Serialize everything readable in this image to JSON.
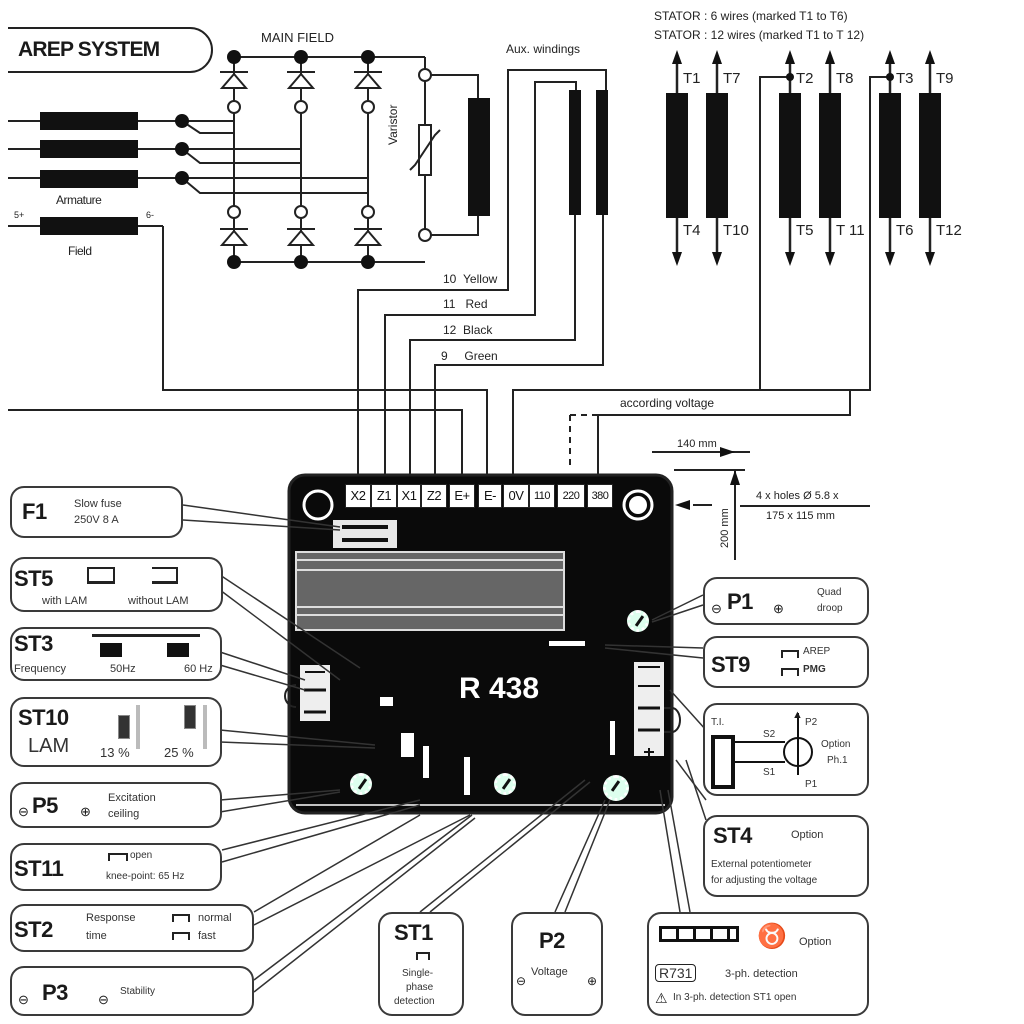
{
  "title": "AREP SYSTEM",
  "main_field_label": "MAIN FIELD",
  "varistor_label": "Varistor",
  "armature_label": "Armature",
  "field_label": "Field",
  "field_terminals": {
    "plus": "5+",
    "minus": "6-"
  },
  "aux_windings_label": "Aux. windings",
  "stator": {
    "line1": "STATOR : 6 wires (marked T1 to T6)",
    "line2": "STATOR : 12 wires (marked T1 to T 12)",
    "top_terminals": [
      "T1",
      "T7",
      "T2",
      "T8",
      "T3",
      "T9"
    ],
    "bottom_terminals": [
      "T4",
      "T10",
      "T5",
      "T 11",
      "T6",
      "T12"
    ]
  },
  "wire_colors": [
    {
      "num": "10",
      "color": "Yellow"
    },
    {
      "num": "11",
      "color": "Red"
    },
    {
      "num": "12",
      "color": "Black"
    },
    {
      "num": "9",
      "color": "Green"
    }
  ],
  "according_voltage": "according voltage",
  "dimensions": {
    "width": "140 mm",
    "height": "200 mm",
    "holes_line1": "4 x holes Ø 5.8 x",
    "holes_line2": "175 x 115 mm"
  },
  "regulator": {
    "model": "R 438",
    "terminals": [
      "X2",
      "Z1",
      "X1",
      "Z2",
      "E+",
      "E-",
      "0V",
      "110",
      "220",
      "380"
    ]
  },
  "callouts": {
    "f1": {
      "id": "F1",
      "line1": "Slow fuse",
      "line2": "250V 8 A"
    },
    "st5": {
      "id": "ST5",
      "opt1": "with LAM",
      "opt2": "without LAM"
    },
    "st3": {
      "id": "ST3",
      "label": "Frequency",
      "opt1": "50Hz",
      "opt2": "60 Hz"
    },
    "st10": {
      "id": "ST10",
      "sub": "LAM",
      "opt1": "13 %",
      "opt2": "25 %"
    },
    "p5": {
      "id": "P5",
      "label1": "Excitation",
      "label2": "ceiling",
      "minus": "⊖",
      "plus": "⊕"
    },
    "st11": {
      "id": "ST11",
      "line1": "open",
      "line2": "knee-point: 65 Hz"
    },
    "st2": {
      "id": "ST2",
      "label1": "Response",
      "label2": "time",
      "opt1": "normal",
      "opt2": "fast"
    },
    "p3": {
      "id": "P3",
      "label": "Stability",
      "minus": "⊖",
      "plus": "⊖"
    },
    "st1": {
      "id": "ST1",
      "line1": "Single-",
      "line2": "phase",
      "line3": "detection"
    },
    "p2": {
      "id": "P2",
      "label": "Voltage",
      "minus": "⊖",
      "plus": "⊕"
    },
    "p1": {
      "id": "P1",
      "label1": "Quad",
      "label2": "droop",
      "minus": "⊖",
      "plus": "⊕"
    },
    "st9": {
      "id": "ST9",
      "opt1": "AREP",
      "opt2": "PMG"
    },
    "ph1": {
      "ti": "T.I.",
      "s2": "S2",
      "s1": "S1",
      "p2": "P2",
      "p1": "P1",
      "label1": "Option",
      "label2": "Ph.1"
    },
    "st4": {
      "id": "ST4",
      "option": "Option",
      "line1": "External potentiometer",
      "line2": "for adjusting the voltage"
    },
    "r731": {
      "id": "R731",
      "option": "Option",
      "label": "3-ph. detection",
      "warning": "In 3-ph. detection ST1 open",
      "warning_icon": "⚠"
    }
  }
}
